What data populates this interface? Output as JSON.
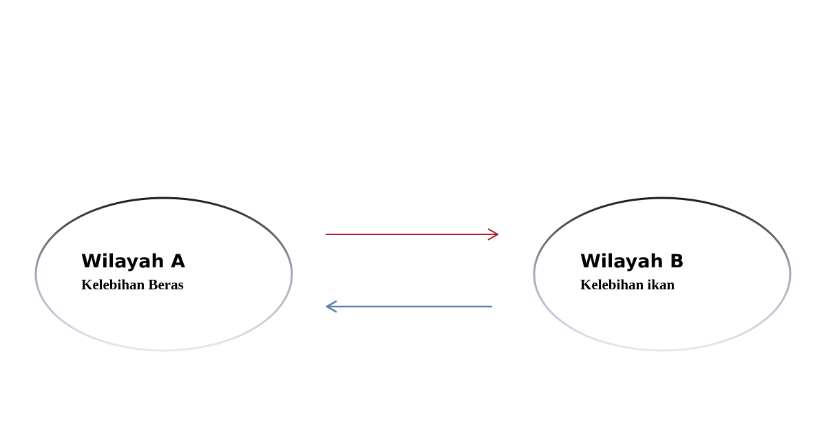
{
  "regions": [
    {
      "title": "Wilayah A",
      "subtitle": "Kelebihan Beras"
    },
    {
      "title": "Wilayah B",
      "subtitle": "Kelebihan ikan"
    }
  ],
  "arrows": [
    {
      "direction": "A-to-B",
      "color": "#b5162b"
    },
    {
      "direction": "B-to-A",
      "color": "#5b7fa8"
    }
  ],
  "colors": {
    "ellipse_top": "#1a1a1a",
    "ellipse_bottom": "#e4e9f2"
  }
}
